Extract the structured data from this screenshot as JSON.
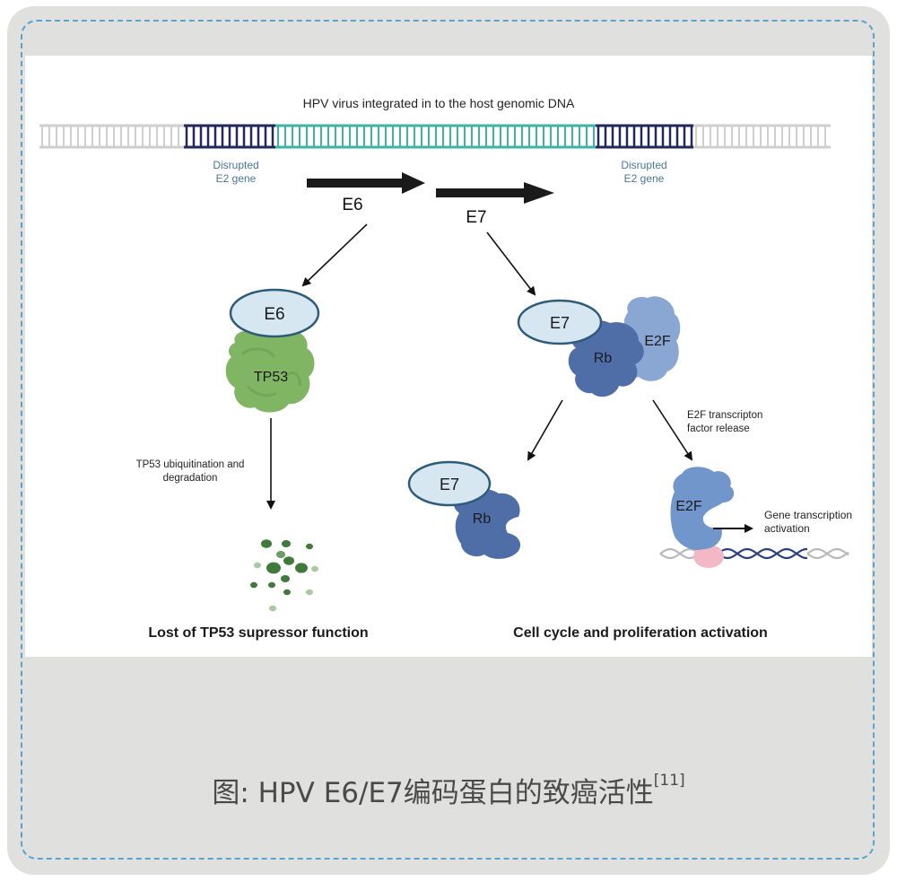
{
  "diagram": {
    "title": "HPV virus  integrated in to the host genomic DNA",
    "left_gene_label": [
      "Disrupted",
      "E2 gene"
    ],
    "right_gene_label": [
      "Disrupted",
      "E2 gene"
    ],
    "gene_e6": "E6",
    "gene_e7": "E7",
    "e6_protein": "E6",
    "tp53_protein": "TP53",
    "tp53_step_label": [
      "TP53 ubiquitination and",
      "degradation"
    ],
    "left_outcome": "Lost of TP53 supressor function",
    "e7_protein": "E7",
    "rb_protein": "Rb",
    "e2f_protein": "E2F",
    "e7_bound": "E7",
    "rb_bound": "Rb",
    "e2f_release_label": [
      "E2F transcripton",
      "factor release"
    ],
    "e2f_free": "E2F",
    "gene_activation_label": [
      "Gene transcription",
      "activation"
    ],
    "right_outcome": "Cell cycle and proliferation activation",
    "colors": {
      "host_dna": "#cfcfcf",
      "e2_gene": "#22295a",
      "viral_dna": "#3fb3a4",
      "e_ellipse_fill": "#d6e7f2",
      "e_ellipse_stroke": "#2e5b78",
      "tp53": "#7fb563",
      "rb": "#4f6ea8",
      "e2f": "#7f9fcf",
      "label_blue": "#4a7796",
      "dashed_border": "#5aa3d0"
    }
  },
  "caption": {
    "text": "图: HPV E6/E7编码蛋白的致癌活性",
    "ref": "[11]"
  }
}
